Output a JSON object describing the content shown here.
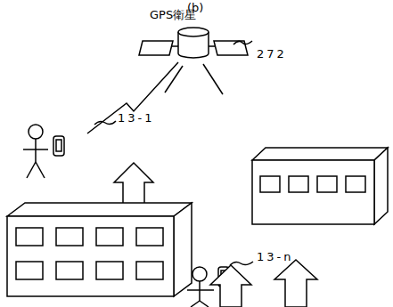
{
  "diagram": {
    "labels": [
      "(b)",
      "GPS衛星",
      "272",
      "13-1",
      "13-n"
    ]
  }
}
